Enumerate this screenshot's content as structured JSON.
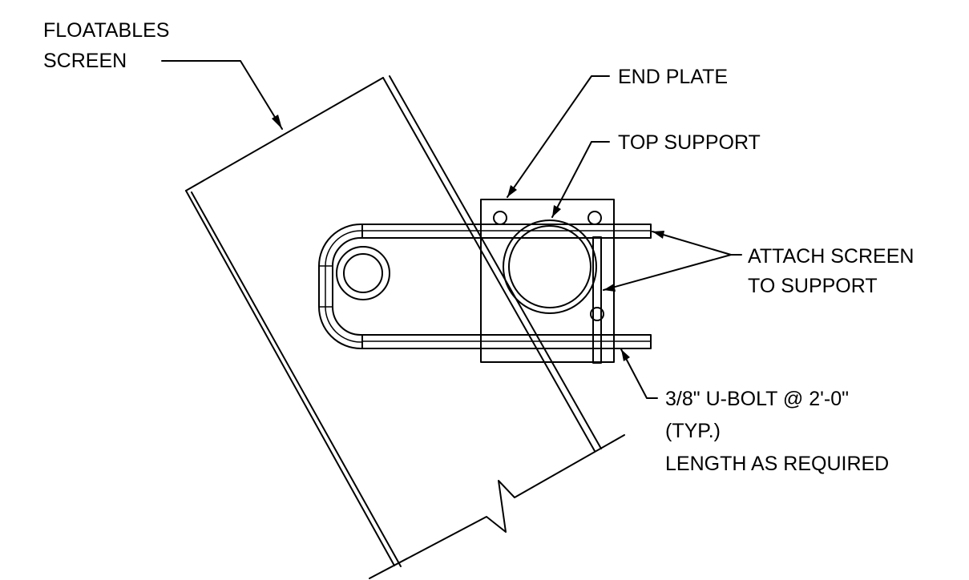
{
  "labels": {
    "floatables_line1": "FLOATABLES",
    "floatables_line2": "SCREEN",
    "end_plate": "END PLATE",
    "top_support": "TOP SUPPORT",
    "attach_line1": "ATTACH SCREEN",
    "attach_line2": "TO SUPPORT",
    "ubolt_line1": "3/8\" U-BOLT @ 2'-0\"",
    "ubolt_line2": "(TYP.)",
    "ubolt_line3": "LENGTH AS REQUIRED"
  }
}
